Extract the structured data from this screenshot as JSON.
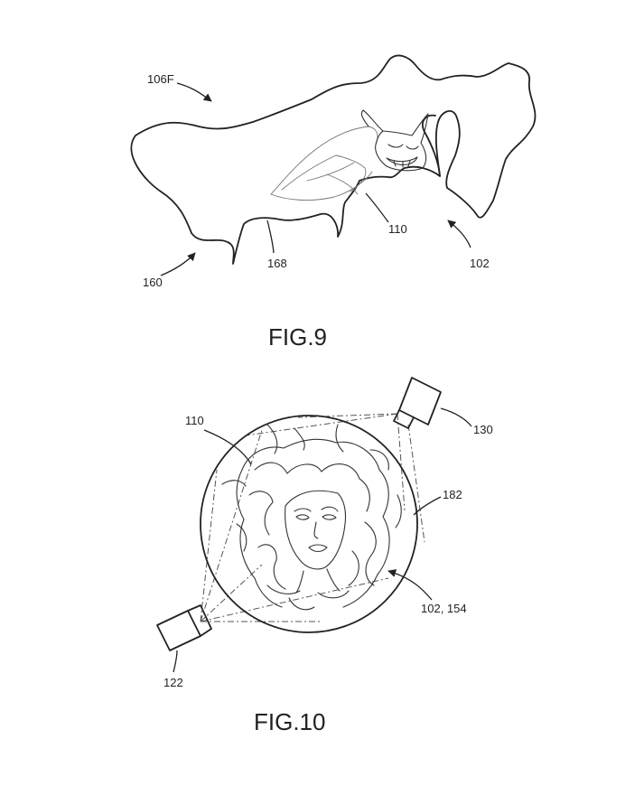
{
  "fig9": {
    "caption": "FIG.9",
    "labels": {
      "l106f": "106F",
      "l110": "110",
      "l102": "102",
      "l160": "160",
      "l168": "168"
    }
  },
  "fig10": {
    "caption": "FIG.10",
    "labels": {
      "l110": "110",
      "l130": "130",
      "l182": "182",
      "l102_154": "102, 154",
      "l122": "122"
    }
  }
}
